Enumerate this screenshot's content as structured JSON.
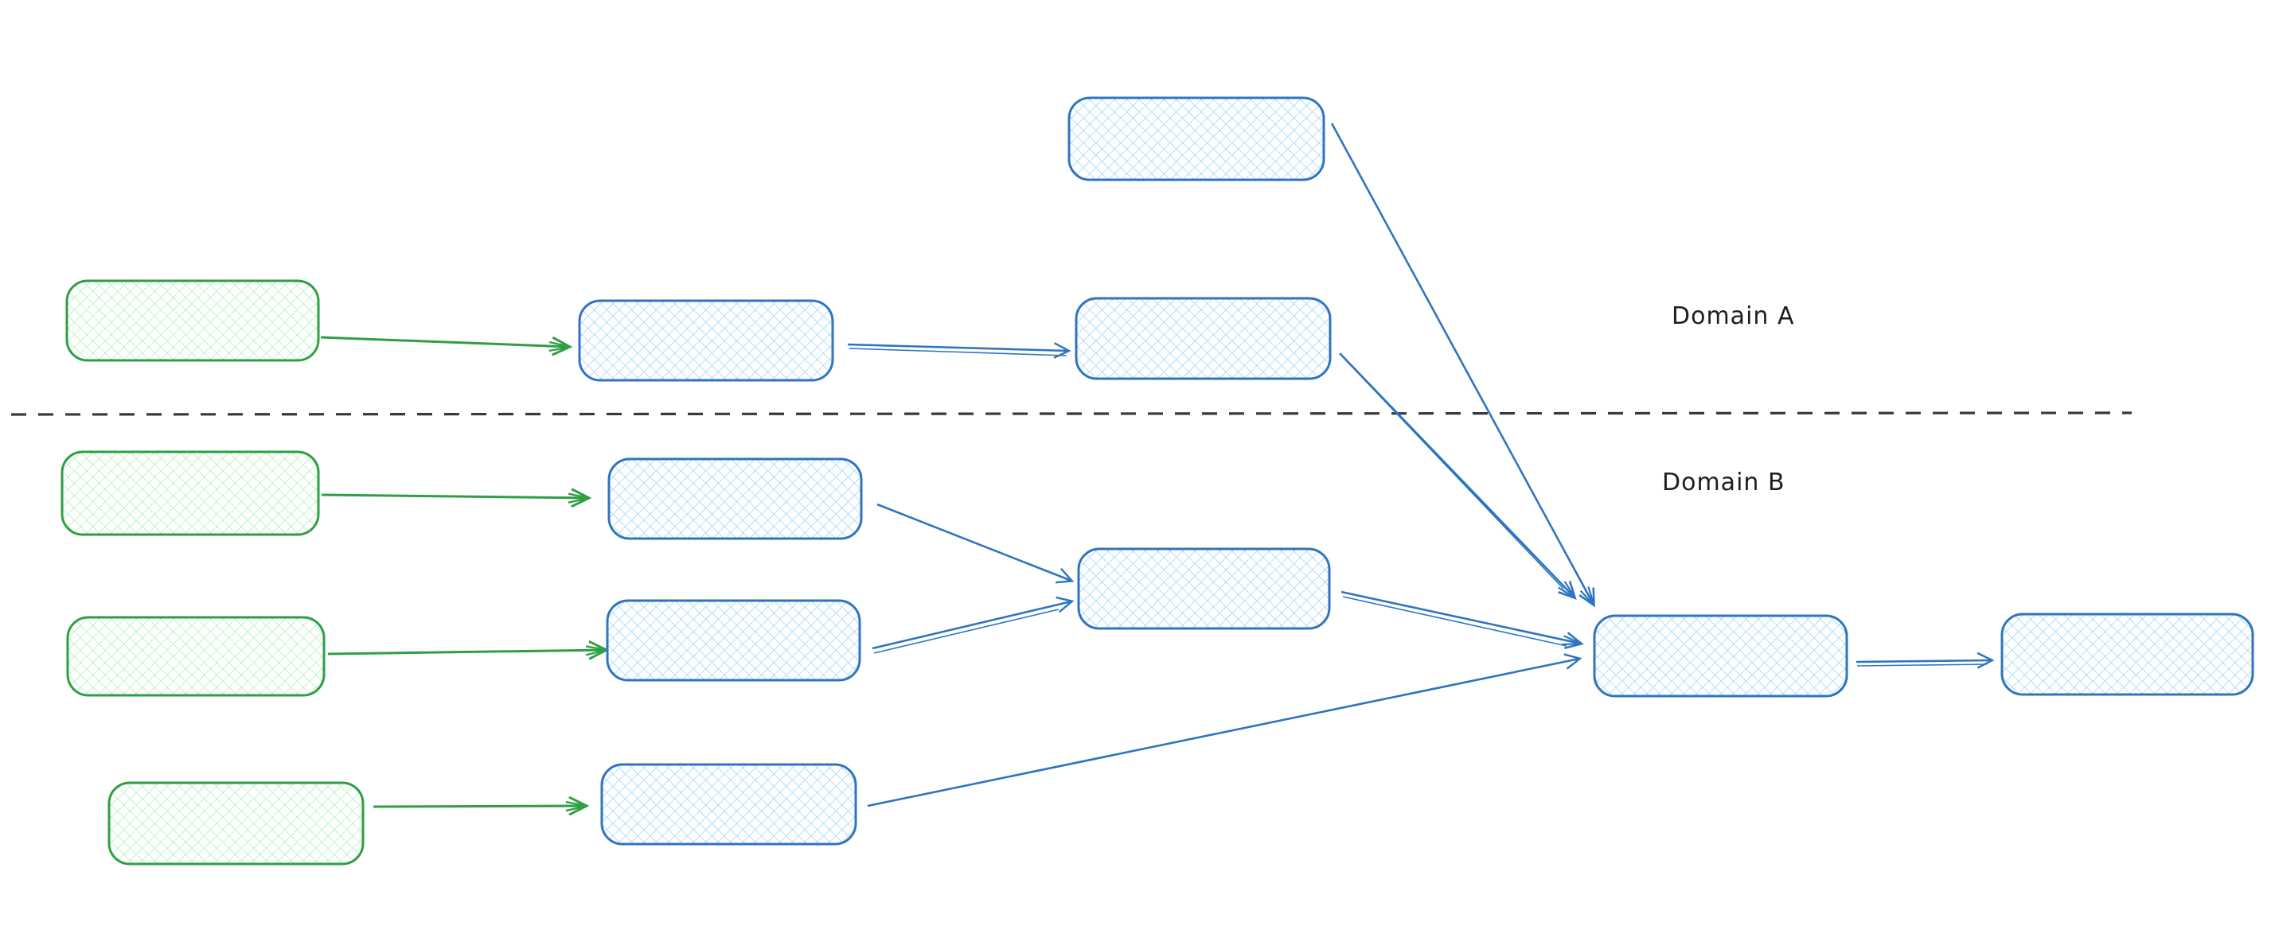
{
  "labels": {
    "domain_a": "Domain A",
    "domain_b": "Domain B"
  },
  "colors": {
    "background": "#ffffff",
    "blue_stroke": "#2f74c0",
    "blue_fill": "#a5d8ff",
    "green_stroke": "#2f9e44",
    "green_fill": "#b2f2bb",
    "divider": "#343a40",
    "label_text": "#1e1e1e"
  },
  "diagram": {
    "divider": {
      "style": "dashed",
      "separates": [
        "Domain A",
        "Domain B"
      ]
    },
    "nodes": [
      {
        "id": "top-source",
        "domain": "A",
        "color": "blue",
        "text": ""
      },
      {
        "id": "source-a",
        "domain": "A",
        "color": "green",
        "text": ""
      },
      {
        "id": "stage-a1",
        "domain": "A",
        "color": "blue",
        "text": ""
      },
      {
        "id": "stage-a2",
        "domain": "A",
        "color": "blue",
        "text": ""
      },
      {
        "id": "source-b1",
        "domain": "B",
        "color": "green",
        "text": ""
      },
      {
        "id": "stage-b1",
        "domain": "B",
        "color": "blue",
        "text": ""
      },
      {
        "id": "source-b2",
        "domain": "B",
        "color": "green",
        "text": ""
      },
      {
        "id": "stage-b2",
        "domain": "B",
        "color": "blue",
        "text": ""
      },
      {
        "id": "merge-b",
        "domain": "B",
        "color": "blue",
        "text": ""
      },
      {
        "id": "source-b3",
        "domain": "B",
        "color": "green",
        "text": ""
      },
      {
        "id": "stage-b3",
        "domain": "B",
        "color": "blue",
        "text": ""
      },
      {
        "id": "hub",
        "domain": "B",
        "color": "blue",
        "text": ""
      },
      {
        "id": "output",
        "domain": "B",
        "color": "blue",
        "text": ""
      }
    ],
    "edges": [
      {
        "from": "source-a",
        "to": "stage-a1",
        "color": "green"
      },
      {
        "from": "source-b1",
        "to": "stage-b1",
        "color": "green"
      },
      {
        "from": "source-b2",
        "to": "stage-b2",
        "color": "green"
      },
      {
        "from": "source-b3",
        "to": "stage-b3",
        "color": "green"
      },
      {
        "from": "stage-a1",
        "to": "stage-a2",
        "color": "blue"
      },
      {
        "from": "top-source",
        "to": "hub",
        "color": "blue"
      },
      {
        "from": "stage-a2",
        "to": "hub",
        "color": "blue"
      },
      {
        "from": "stage-b1",
        "to": "merge-b",
        "color": "blue"
      },
      {
        "from": "stage-b2",
        "to": "merge-b",
        "color": "blue"
      },
      {
        "from": "merge-b",
        "to": "hub",
        "color": "blue"
      },
      {
        "from": "stage-b3",
        "to": "hub",
        "color": "blue"
      },
      {
        "from": "hub",
        "to": "output",
        "color": "blue"
      }
    ]
  }
}
